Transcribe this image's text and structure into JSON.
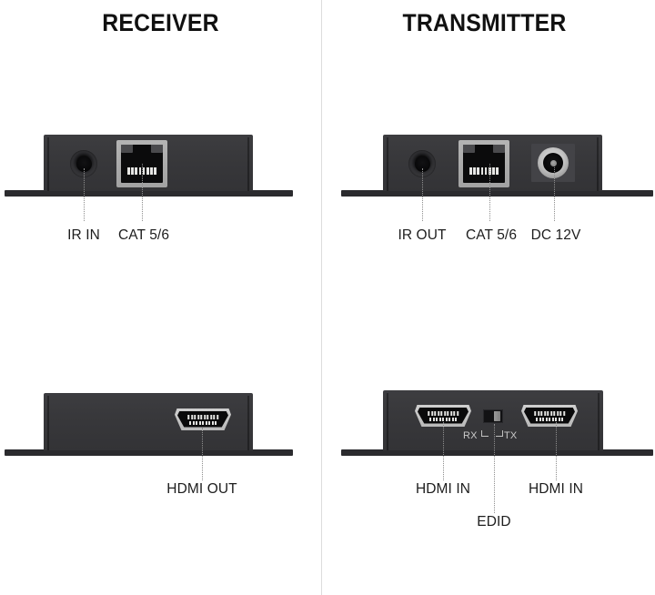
{
  "panels": [
    {
      "id": "receiver",
      "title": "RECEIVER",
      "front": {
        "ports": [
          {
            "name": "ir-in-jack",
            "label": "IR IN"
          },
          {
            "name": "cat56-port",
            "label": "CAT 5/6"
          }
        ]
      },
      "rear": {
        "ports": [
          {
            "name": "hdmi-out-port",
            "label": "HDMI OUT"
          }
        ]
      }
    },
    {
      "id": "transmitter",
      "title": "TRANSMITTER",
      "front": {
        "ports": [
          {
            "name": "ir-out-jack",
            "label": "IR OUT"
          },
          {
            "name": "cat56-port",
            "label": "CAT 5/6"
          },
          {
            "name": "dc-12v-jack",
            "label": "DC 12V"
          }
        ]
      },
      "rear": {
        "ports": [
          {
            "name": "hdmi-in-port-left",
            "label": "HDMI IN"
          },
          {
            "name": "edid-switch",
            "label": "EDID"
          },
          {
            "name": "hdmi-in-port-right",
            "label": "HDMI IN"
          }
        ],
        "switch_marks": {
          "rx": "RX",
          "tx": "TX"
        }
      }
    }
  ],
  "colors": {
    "background": "#ffffff",
    "device_body": "#38383b",
    "base_bar": "#2b2b2e",
    "rj45_bezel": "#a9a9a9",
    "hdmi_frame": "#c4c4c4",
    "leader_line": "#8e8e8e",
    "divider": "#dcdcdc",
    "text": "#1d1d1d"
  }
}
